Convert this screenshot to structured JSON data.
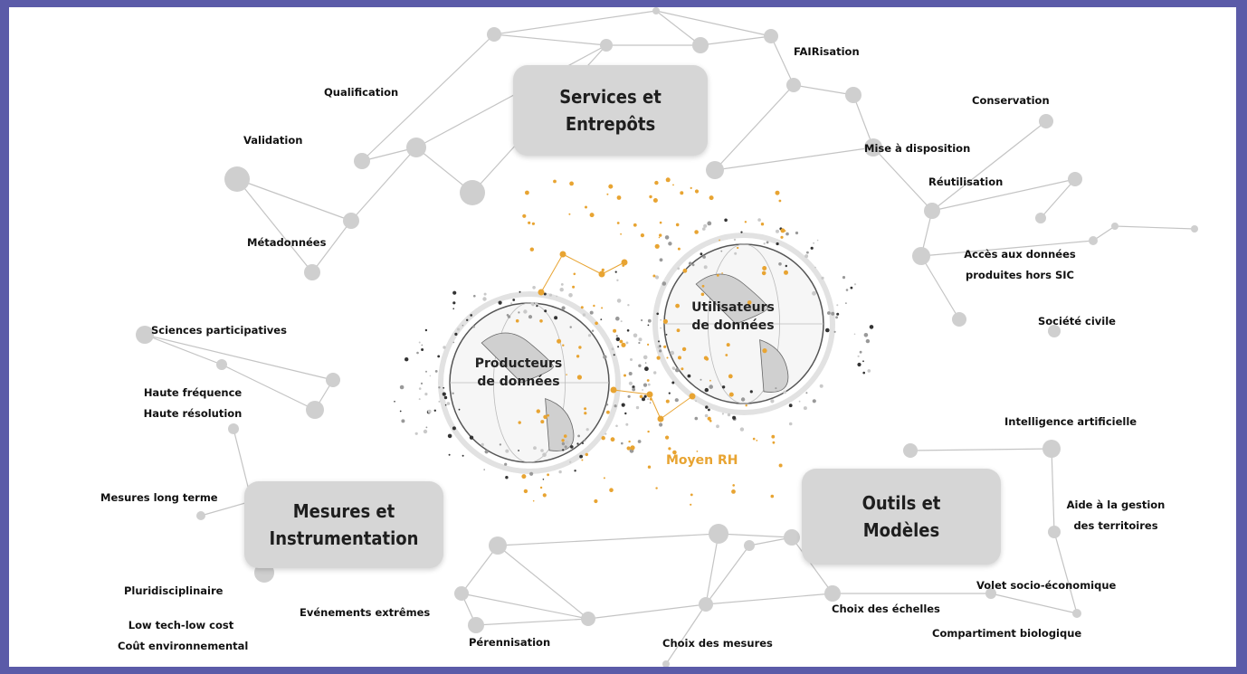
{
  "boxes": {
    "services": {
      "line1": "Services et",
      "line2": "Entrepôts"
    },
    "mesures": {
      "line1": "Mesures et",
      "line2": "Instrumentation"
    },
    "outils": {
      "line1": "Outils et",
      "line2": "Modèles"
    }
  },
  "globes": {
    "producteurs": {
      "line1": "Producteurs",
      "line2": "de données"
    },
    "utilisateurs": {
      "line1": "Utilisateurs",
      "line2": "de données"
    }
  },
  "moyen_rh": "Moyen RH",
  "labels": {
    "qualification": "Qualification",
    "validation": "Validation",
    "metadonnees": "Métadonnées",
    "fairisation": "FAIRisation",
    "conservation": "Conservation",
    "mise_a_disposition": "Mise   à disposition",
    "reutilisation": "Réutilisation",
    "acces": {
      "line1": "Accès aux données",
      "line2": "produites hors SIC"
    },
    "societe_civile": "Société civile",
    "sciences_participatives": "Sciences participatives",
    "haute": {
      "line1": "Haute fréquence",
      "line2": "Haute résolution"
    },
    "intelligence_artificielle": "Intelligence artificielle",
    "mesures_long_terme": "Mesures long terme",
    "aide_gestion": {
      "line1": "Aide à la gestion",
      "line2": "des territoires"
    },
    "volet_socio": "Volet socio-économique",
    "pluridisciplinaire": "Pluridisciplinaire",
    "evenements_extremes": "Evénements extrêmes",
    "choix_echelles": "Choix des échelles",
    "low_tech": {
      "line1": "Low tech-low cost",
      "line2": "Coût environnemental"
    },
    "perennisation": "Pérennisation",
    "choix_mesures": "Choix des mesures",
    "compartiment": "Compartiment biologique"
  },
  "colors": {
    "frame_border": "#5b5ba8",
    "box_fill": "#d6d6d6",
    "node_fill": "#cfcfcf",
    "edge": "#c4c4c4",
    "accent": "#e8a432"
  }
}
